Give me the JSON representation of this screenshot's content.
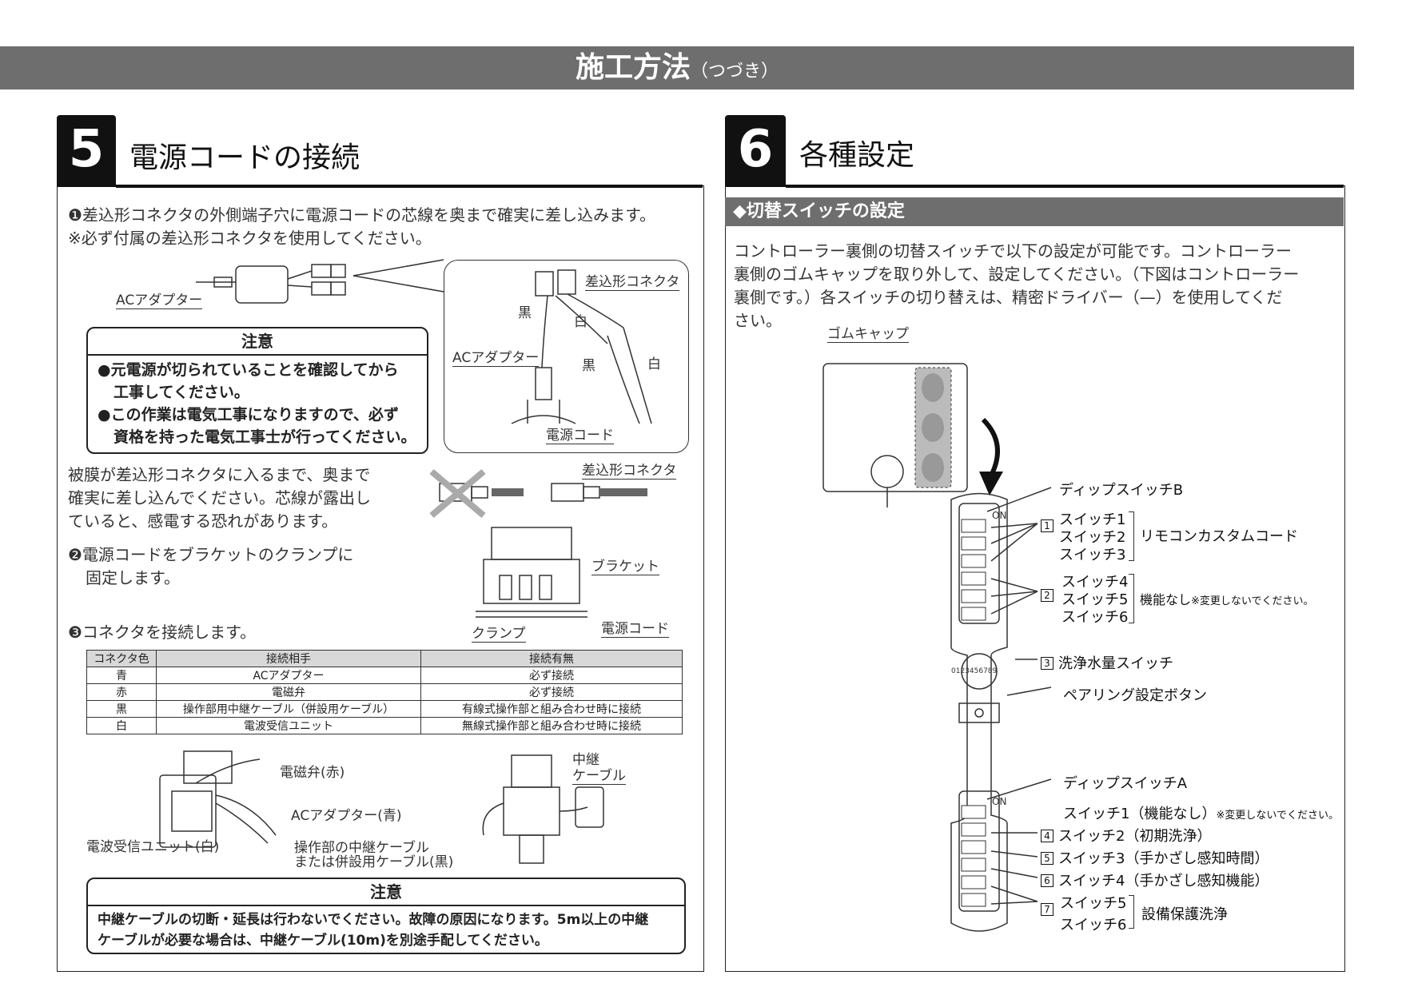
{
  "header": {
    "title": "施工方法",
    "subtitle": "（つづき）"
  },
  "section5": {
    "number": "5",
    "title": "電源コードの接続",
    "step1_line1": "❶差込形コネクタの外側端子穴に電源コードの芯線を奥まで確実に差し込みます。",
    "step1_line2": "※必ず付属の差込形コネクタを使用してください。",
    "fig1_labels": {
      "ac_adapter": "ACアダプター",
      "plug_connector": "差込形コネクタ",
      "black": "黒",
      "white": "白",
      "ac_adapter2": "ACアダプター",
      "black2": "黒",
      "white2": "白",
      "power_cord": "電源コード"
    },
    "caution1": {
      "head": "注意",
      "line1": "●元電源が切られていることを確認してから",
      "line2": "工事してください。",
      "line3": "●この作業は電気工事になりますので、必ず",
      "line4": "資格を持った電気工事士が行ってください。"
    },
    "warn_text": [
      "被膜が差込形コネクタに入るまで、奥まで",
      "確実に差し込んでください。芯線が露出し",
      "ていると、感電する恐れがあります。"
    ],
    "fig2_label": "差込形コネクタ",
    "step2_line1": "❷電源コードをブラケットのクランプに",
    "step2_line2": "固定します。",
    "fig3_labels": {
      "bracket": "ブラケット",
      "clamp": "クランプ",
      "power_cord": "電源コード"
    },
    "step3": "❸コネクタを接続します。",
    "table": {
      "headers": [
        "コネクタ色",
        "接続相手",
        "接続有無"
      ],
      "rows": [
        [
          "青",
          "ACアダプター",
          "必ず接続"
        ],
        [
          "赤",
          "電磁弁",
          "必ず接続"
        ],
        [
          "黒",
          "操作部用中継ケーブル（併設用ケーブル）",
          "有線式操作部と組み合わせ時に接続"
        ],
        [
          "白",
          "電波受信ユニット",
          "無線式操作部と組み合わせ時に接続"
        ]
      ]
    },
    "fig4_labels": {
      "solenoid": "電磁弁(赤)",
      "ac_adapter": "ACアダプター(青)",
      "receiver": "電波受信ユニット(白)",
      "relay1": "操作部の中継ケーブル",
      "relay2": "または併設用ケーブル(黒)",
      "relay_cable1": "中継",
      "relay_cable2": "ケーブル"
    },
    "caution2": {
      "head": "注意",
      "line1": "中継ケーブルの切断・延長は行わないでください。故障の原因になります。5m以上の中継",
      "line2": "ケーブルが必要な場合は、中継ケーブル(10m)を別途手配してください。"
    }
  },
  "section6": {
    "number": "6",
    "title": "各種設定",
    "subhead": "◆切替スイッチの設定",
    "desc": [
      "コントローラー裏側の切替スイッチで以下の設定が可能です。コントローラー",
      "裏側のゴムキャップを取り外して、設定してください。（下図はコントローラー",
      "裏側です。）各スイッチの切り替えは、精密ドライバー（—）を使用してくだ",
      "さい。"
    ],
    "rubber_cap": "ゴムキャップ",
    "dipB": "ディップスイッチB",
    "sw1": "スイッチ1",
    "sw2": "スイッチ2",
    "sw3": "スイッチ3",
    "remocon": "リモコンカスタムコード",
    "sw4": "スイッチ4",
    "sw5": "スイッチ5",
    "sw6": "スイッチ6",
    "no_function": "機能なし",
    "no_change_note": "※変更しないでください。",
    "flush_volume": "洗浄水量スイッチ",
    "pairing": "ペアリング設定ボタン",
    "dipA": "ディップスイッチA",
    "a_sw1": "スイッチ1（機能なし）",
    "a_sw1_note": "※変更しないでください。",
    "a_sw2": "スイッチ2（初期洗浄）",
    "a_sw3": "スイッチ3（手かざし感知時間）",
    "a_sw4": "スイッチ4（手かざし感知機能）",
    "a_sw5": "スイッチ5",
    "a_sw6": "スイッチ6",
    "equip_flush": "設備保護洗浄",
    "box_nums": [
      "1",
      "2",
      "3",
      "4",
      "5",
      "6",
      "7"
    ],
    "on_label": "ON",
    "dial_digits": "0123456789"
  }
}
